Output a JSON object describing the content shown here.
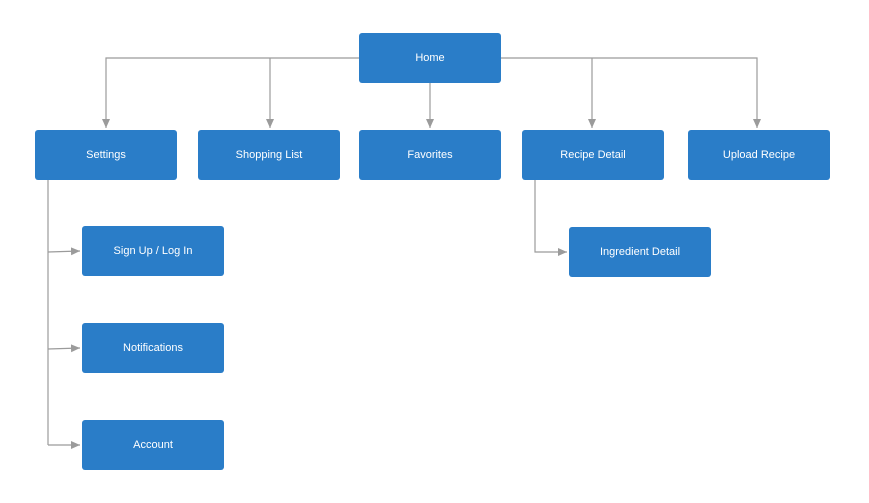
{
  "colors": {
    "node_fill": "#2a7dc8",
    "node_text": "#ffffff",
    "connector": "#9b9b9b",
    "background": "#ffffff"
  },
  "nodes": {
    "home": "Home",
    "settings": "Settings",
    "shopping_list": "Shopping List",
    "favorites": "Favorites",
    "recipe_detail": "Recipe Detail",
    "upload_recipe": "Upload Recipe",
    "sign_up_log_in": "Sign Up / Log In",
    "notifications": "Notifications",
    "account": "Account",
    "ingredient_detail": "Ingredient Detail"
  },
  "edges": [
    [
      "home",
      "settings"
    ],
    [
      "home",
      "shopping_list"
    ],
    [
      "home",
      "favorites"
    ],
    [
      "home",
      "recipe_detail"
    ],
    [
      "home",
      "upload_recipe"
    ],
    [
      "settings",
      "sign_up_log_in"
    ],
    [
      "settings",
      "notifications"
    ],
    [
      "settings",
      "account"
    ],
    [
      "recipe_detail",
      "ingredient_detail"
    ]
  ]
}
